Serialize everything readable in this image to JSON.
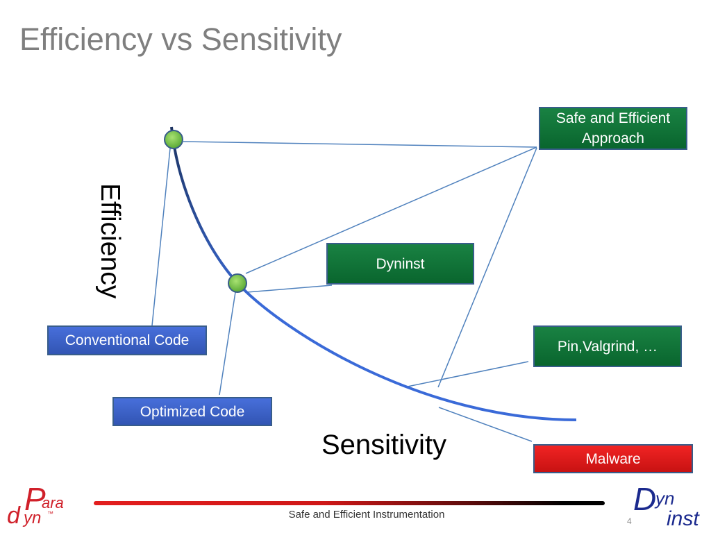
{
  "slide": {
    "title": "Efficiency vs Sensitivity",
    "footer_text": "Safe and Efficient Instrumentation",
    "page_number": "4"
  },
  "diagram": {
    "y_axis_label": "Efficiency",
    "x_axis_label": "Sensitivity",
    "boxes": {
      "safe_efficient_approach": "Safe and Efficient Approach",
      "dyninst": "Dyninst",
      "pin_valgrind": "Pin,Valgrind, …",
      "conventional_code": "Conventional Code",
      "optimized_code": "Optimized Code",
      "malware": "Malware"
    }
  },
  "logos": {
    "paradyn": {
      "initial": "P",
      "rest": "ara",
      "second_initial": "d",
      "second_rest": "yn",
      "mark": "™"
    },
    "dyninst": {
      "initial": "D",
      "rest": "yn",
      "second_line": "inst"
    }
  },
  "colors": {
    "title": "#7f7f7f",
    "approach_box": "#0b7a37",
    "code_box": "#3c66d8",
    "malware_box": "#f01616",
    "box_border": "#385d8a",
    "connector": "#4f81bd",
    "curve": "#3a6ad8",
    "point": "#5aa935",
    "footer_rule_start": "#e31e1e",
    "footer_rule_end": "#000000",
    "paradyn_logo": "#d0202a",
    "dyninst_logo": "#1b2a8e"
  }
}
